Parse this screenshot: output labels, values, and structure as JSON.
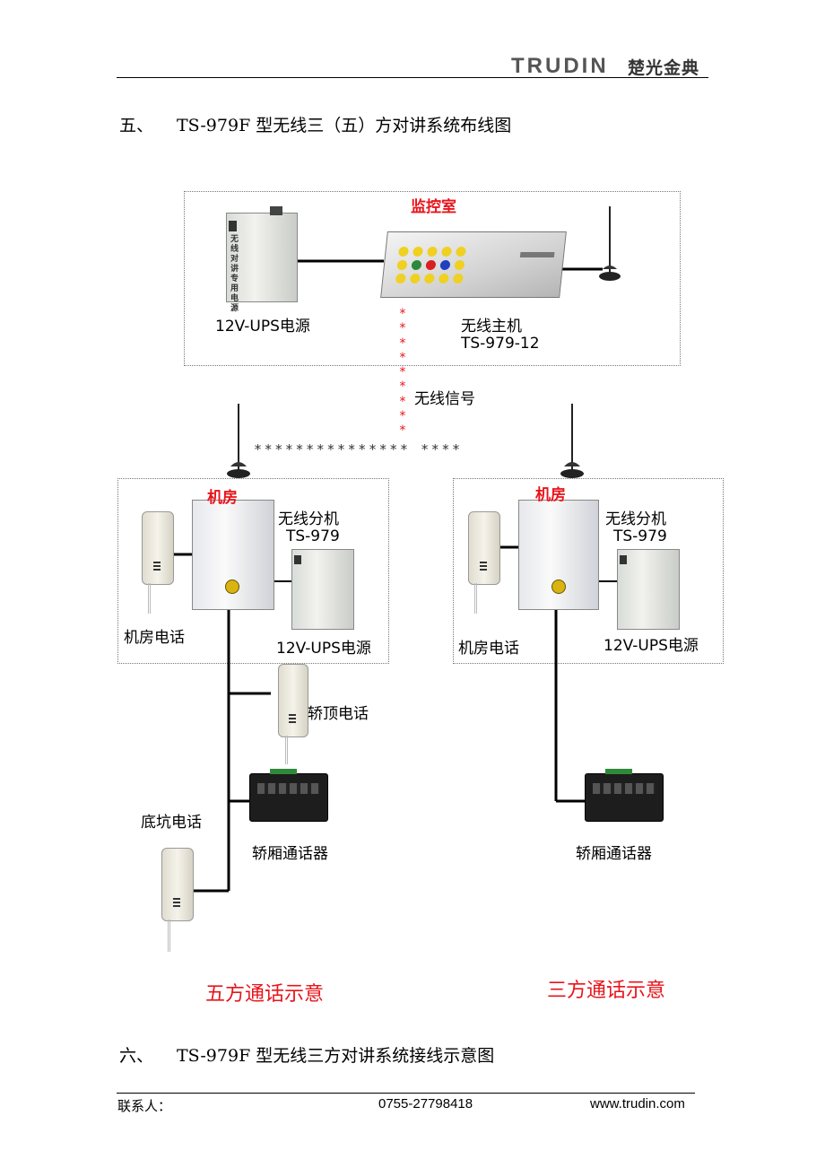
{
  "header": {
    "logo_text": "TRUDIN",
    "logo_cn": "楚光金典"
  },
  "section5": {
    "number": "五、",
    "title": "TS-979F 型无线三（五）方对讲系统布线图"
  },
  "diagram": {
    "control_room": {
      "title": "监控室",
      "ups_label": "12V-UPS电源",
      "host_label": "无线主机",
      "host_model": "TS-979-12",
      "ups_device_text": "无线对讲专用电源"
    },
    "signal_label": "无线信号",
    "signal_stars": "*************** ****",
    "machine_room_left": {
      "title": "机房",
      "unit_label": "无线分机",
      "unit_model": "TS-979",
      "phone_label": "机房电话",
      "ups_label": "12V-UPS电源"
    },
    "machine_room_right": {
      "title": "机房",
      "unit_label": "无线分机",
      "unit_model": "TS-979",
      "phone_label": "机房电话",
      "ups_label": "12V-UPS电源"
    },
    "car_top_phone": "轿顶电话",
    "pit_phone": "底坑电话",
    "car_intercom_left": "轿厢通话器",
    "car_intercom_right": "轿厢通话器",
    "caption_five": "五方通话示意",
    "caption_three": "三方通话示意"
  },
  "section6": {
    "number": "六、",
    "title": "TS-979F 型无线三方对讲系统接线示意图"
  },
  "footer": {
    "contact_label": "联系人：",
    "phone": "0755-27798418",
    "website": "www.trudin.com"
  },
  "colors": {
    "accent_red": "#e8141b",
    "line_black": "#000000"
  }
}
